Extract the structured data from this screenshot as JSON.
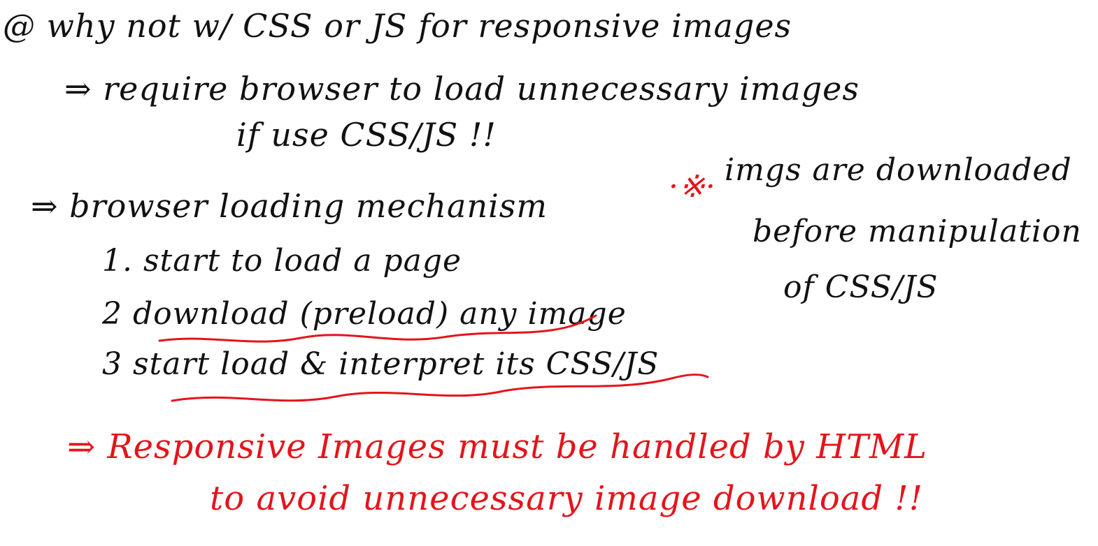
{
  "page": {
    "background": "#ffffff",
    "ink_color": "#111111",
    "accent_color": "#e4141c"
  },
  "note": {
    "heading": "@ why not w/ CSS or JS for responsive images",
    "reason_1": "⇒ require browser to load unnecessary images",
    "reason_1_cont": "if use CSS/JS !!",
    "mechanism_heading": "⇒ browser loading mechanism",
    "steps": [
      "1. start to load a page",
      "2 download (preload) any image",
      "3 start load & interpret its CSS/JS"
    ],
    "side_note": {
      "marker": "·※·",
      "line_1": "imgs are downloaded",
      "line_2": "before manipulation",
      "line_3": "of CSS/JS"
    },
    "conclusion_1": "⇒ Responsive Images must be handled by HTML",
    "conclusion_2": "to avoid unnecessary image download !!"
  }
}
